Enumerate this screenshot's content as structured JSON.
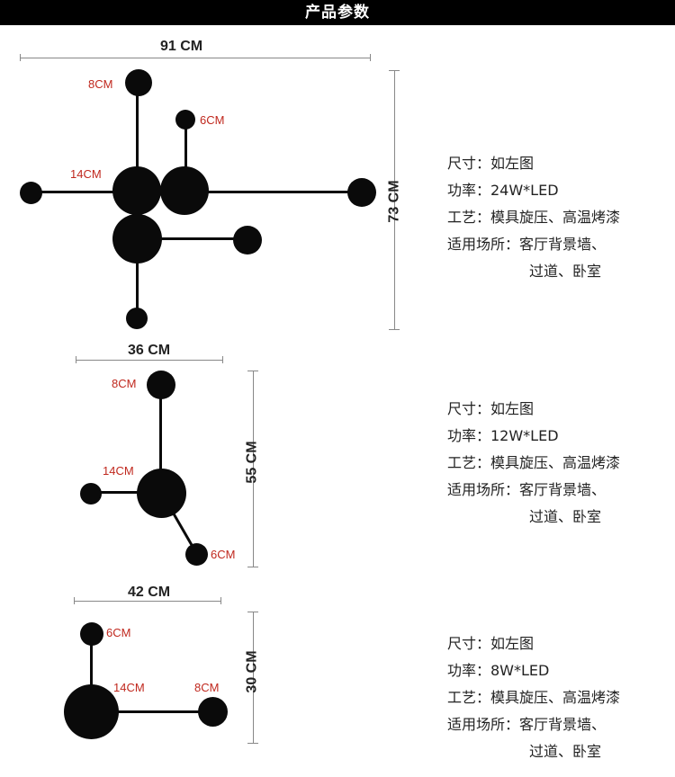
{
  "header": {
    "title": "产品参数"
  },
  "products": [
    {
      "width_label": "91 CM",
      "height_label": "73 CM",
      "tags": {
        "t1": "8CM",
        "t2": "6CM",
        "t3": "14CM"
      },
      "specs": {
        "size": "尺寸：如左图",
        "power": "功率：24W*LED",
        "craft": "工艺：模具旋压、高温烤漆",
        "places_1": "适用场所：客厅背景墙、",
        "places_2": "过道、卧室"
      }
    },
    {
      "width_label": "36 CM",
      "height_label": "55 CM",
      "tags": {
        "t1": "8CM",
        "t2": "14CM",
        "t3": "6CM"
      },
      "specs": {
        "size": "尺寸：如左图",
        "power": "功率：12W*LED",
        "craft": "工艺：模具旋压、高温烤漆",
        "places_1": "适用场所：客厅背景墙、",
        "places_2": "过道、卧室"
      }
    },
    {
      "width_label": "42 CM",
      "height_label": "30 CM",
      "tags": {
        "t1": "6CM",
        "t2": "14CM",
        "t3": "8CM"
      },
      "specs": {
        "size": "尺寸：如左图",
        "power": "功率：8W*LED",
        "craft": "工艺：模具旋压、高温烤漆",
        "places_1": "适用场所：客厅背景墙、",
        "places_2": "过道、卧室"
      }
    }
  ],
  "colors": {
    "header_bg": "#000000",
    "size_tag": "#c0281e",
    "lamp": "#0a0a0a"
  }
}
